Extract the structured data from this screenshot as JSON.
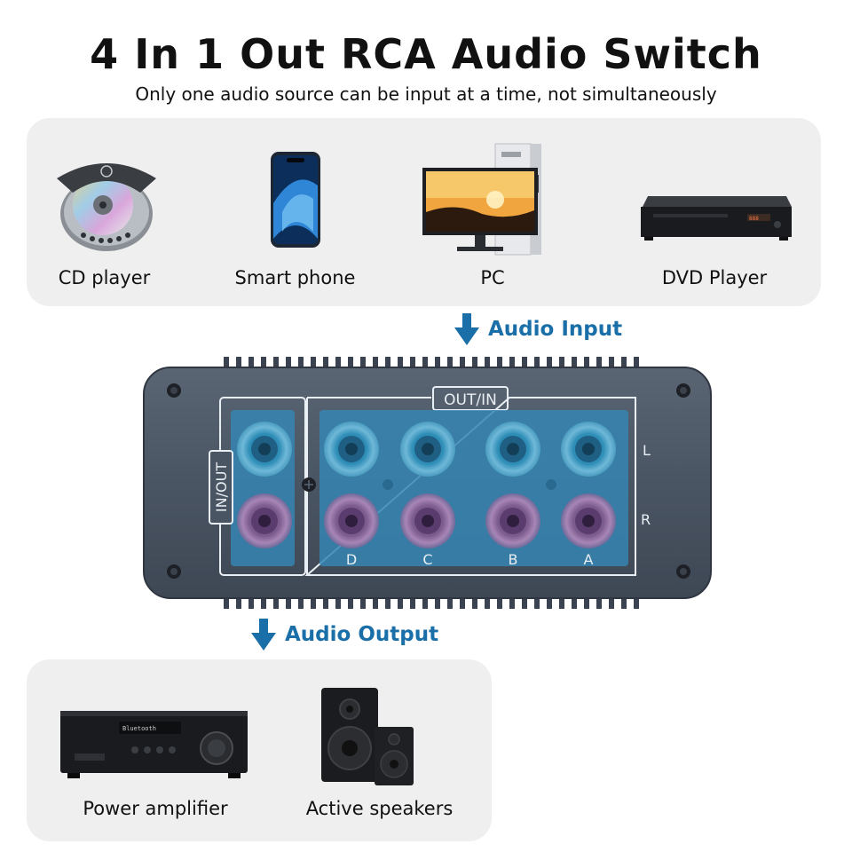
{
  "header": {
    "title": "4 In 1 Out RCA Audio Switch",
    "subtitle": "Only one audio source can be input at a time, not simultaneously"
  },
  "inputs": {
    "devices": [
      {
        "label": "CD player",
        "icon": "cd-player-icon"
      },
      {
        "label": "Smart phone",
        "icon": "smartphone-icon"
      },
      {
        "label": "PC",
        "icon": "desktop-pc-icon"
      },
      {
        "label": "DVD Player",
        "icon": "dvd-player-icon"
      }
    ]
  },
  "flows": {
    "input_label": "Audio Input",
    "output_label": "Audio Output"
  },
  "switch": {
    "out_in_label": "OUT/IN",
    "in_out_label": "IN/OUT",
    "channel_left": "L",
    "channel_right": "R",
    "ports": [
      "D",
      "C",
      "B",
      "A"
    ]
  },
  "outputs": {
    "devices": [
      {
        "label": "Power amplifier",
        "icon": "power-amplifier-icon"
      },
      {
        "label": "Active speakers",
        "icon": "speakers-icon"
      }
    ]
  },
  "colors": {
    "panel": "#efefef",
    "accent": "#1a6fa8",
    "housing": "#4a5563",
    "jack_left": "#5fa9c9",
    "jack_right": "#8a6a99"
  }
}
